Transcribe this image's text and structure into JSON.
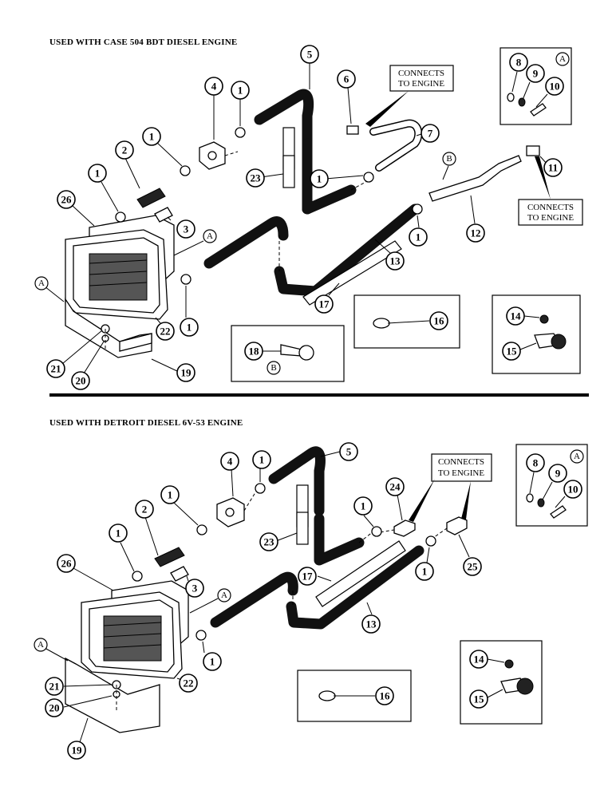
{
  "headings": {
    "top": "USED WITH CASE 504 BDT DIESEL ENGINE",
    "bottom": "USED WITH DETROIT DIESEL 6V-53 ENGINE"
  },
  "notes": {
    "connects_line1": "CONNECTS",
    "connects_line2": "TO ENGINE"
  },
  "callouts": {
    "c1": "1",
    "c2": "2",
    "c3": "3",
    "c4": "4",
    "c5": "5",
    "c6": "6",
    "c7": "7",
    "c8": "8",
    "c9": "9",
    "c10": "10",
    "c11": "11",
    "c12": "12",
    "c13": "13",
    "c14": "14",
    "c15": "15",
    "c16": "16",
    "c17": "17",
    "c18": "18",
    "c19": "19",
    "c20": "20",
    "c21": "21",
    "c22": "22",
    "c23": "23",
    "c24": "24",
    "c25": "25",
    "c26": "26",
    "A": "A",
    "B": "B"
  }
}
